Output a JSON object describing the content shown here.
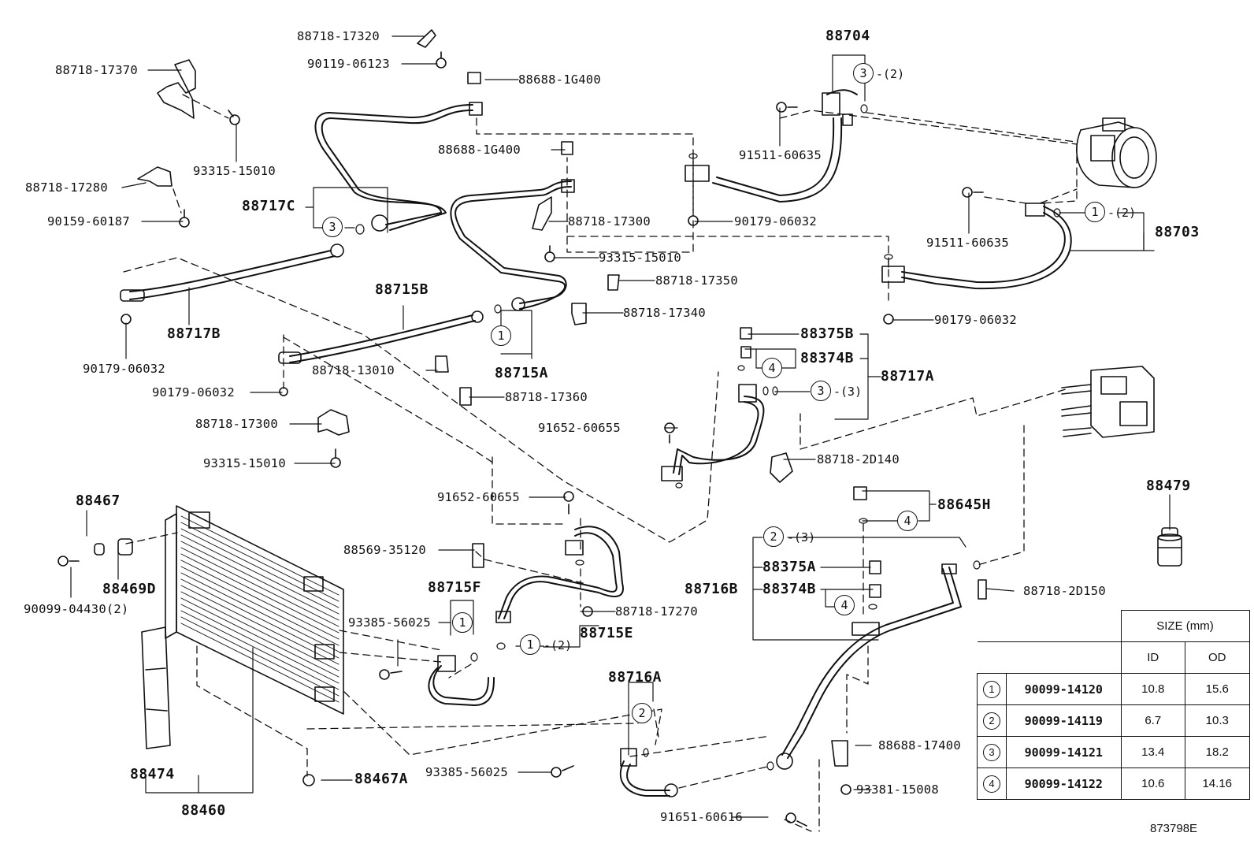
{
  "labels": [
    {
      "key": "p_88718_17320",
      "text": "88718-17320"
    },
    {
      "key": "p_90119_06123",
      "text": "90119-06123"
    },
    {
      "key": "p_88718_17370",
      "text": "88718-17370"
    },
    {
      "key": "p_93315_15010_a",
      "text": "93315-15010"
    },
    {
      "key": "p_88718_17280",
      "text": "88718-17280"
    },
    {
      "key": "p_90159_60187",
      "text": "90159-60187"
    },
    {
      "key": "p_88717C",
      "text": "88717C"
    },
    {
      "key": "p_88717B",
      "text": "88717B"
    },
    {
      "key": "p_90179_06032_a",
      "text": "90179-06032"
    },
    {
      "key": "p_90179_06032_b",
      "text": "90179-06032"
    },
    {
      "key": "p_88688_1G400_a",
      "text": "88688-1G400"
    },
    {
      "key": "p_88688_1G400_b",
      "text": "88688-1G400"
    },
    {
      "key": "p_88718_17300_a",
      "text": "88718-17300"
    },
    {
      "key": "p_93315_15010_b",
      "text": "93315-15010"
    },
    {
      "key": "p_88718_17350",
      "text": "88718-17350"
    },
    {
      "key": "p_88718_17340",
      "text": "88718-17340"
    },
    {
      "key": "p_88715B",
      "text": "88715B"
    },
    {
      "key": "p_88715A",
      "text": "88715A"
    },
    {
      "key": "p_88718_13010",
      "text": "88718-13010"
    },
    {
      "key": "p_88718_17360",
      "text": "88718-17360"
    },
    {
      "key": "p_88718_17300_b",
      "text": "88718-17300"
    },
    {
      "key": "p_93315_15010_c",
      "text": "93315-15010"
    },
    {
      "key": "p_88704",
      "text": "88704"
    },
    {
      "key": "p_91511_60635_a",
      "text": "91511-60635"
    },
    {
      "key": "p_90179_06032_c",
      "text": "90179-06032"
    },
    {
      "key": "p_91511_60635_b",
      "text": "91511-60635"
    },
    {
      "key": "p_88703",
      "text": "88703"
    },
    {
      "key": "p_90179_06032_d",
      "text": "90179-06032"
    },
    {
      "key": "p_88375B",
      "text": "88375B"
    },
    {
      "key": "p_88374B_a",
      "text": "88374B"
    },
    {
      "key": "p_88717A",
      "text": "88717A"
    },
    {
      "key": "p_91652_60655_a",
      "text": "91652-60655"
    },
    {
      "key": "p_88718_2D140",
      "text": "88718-2D140"
    },
    {
      "key": "p_91652_60655_b",
      "text": "91652-60655"
    },
    {
      "key": "p_88569_35120",
      "text": "88569-35120"
    },
    {
      "key": "p_88715F",
      "text": "88715F"
    },
    {
      "key": "p_93385_56025_a",
      "text": "93385-56025"
    },
    {
      "key": "p_88718_17270",
      "text": "88718-17270"
    },
    {
      "key": "p_88715E",
      "text": "88715E"
    },
    {
      "key": "p_88467",
      "text": "88467"
    },
    {
      "key": "p_90099_04430",
      "text": "90099-04430(2)"
    },
    {
      "key": "p_88469D",
      "text": "88469D"
    },
    {
      "key": "p_88474",
      "text": "88474"
    },
    {
      "key": "p_88460",
      "text": "88460"
    },
    {
      "key": "p_88467A",
      "text": "88467A"
    },
    {
      "key": "p_88716A",
      "text": "88716A"
    },
    {
      "key": "p_93385_56025_b",
      "text": "93385-56025"
    },
    {
      "key": "p_91651_60616",
      "text": "91651-60616"
    },
    {
      "key": "p_88645H",
      "text": "88645H"
    },
    {
      "key": "p_88375A",
      "text": "88375A"
    },
    {
      "key": "p_88374B_b",
      "text": "88374B"
    },
    {
      "key": "p_88716B",
      "text": "88716B"
    },
    {
      "key": "p_88718_2D150",
      "text": "88718-2D150"
    },
    {
      "key": "p_88688_17400",
      "text": "88688-17400"
    },
    {
      "key": "p_93381_15008",
      "text": "93381-15008"
    },
    {
      "key": "p_88479",
      "text": "88479"
    }
  ],
  "callouts": [
    {
      "key": "c_88704",
      "num": "3",
      "suffix": "-(2)"
    },
    {
      "key": "c_88703",
      "num": "1",
      "suffix": "-(2)"
    },
    {
      "key": "c_88717C",
      "num": "3",
      "suffix": ""
    },
    {
      "key": "c_88715A",
      "num": "1",
      "suffix": ""
    },
    {
      "key": "c_88374B_a",
      "num": "4",
      "suffix": ""
    },
    {
      "key": "c_88717A",
      "num": "3",
      "suffix": "-(3)"
    },
    {
      "key": "c_88645H",
      "num": "4",
      "suffix": ""
    },
    {
      "key": "c_88716B",
      "num": "2",
      "suffix": "-(3)"
    },
    {
      "key": "c_88374B_b",
      "num": "4",
      "suffix": ""
    },
    {
      "key": "c_88715F",
      "num": "1",
      "suffix": ""
    },
    {
      "key": "c_88715E",
      "num": "1",
      "suffix": "-(2)"
    },
    {
      "key": "c_88716A",
      "num": "2",
      "suffix": ""
    }
  ],
  "size_table": {
    "header": "SIZE (mm)",
    "columns": [
      "ID",
      "OD"
    ],
    "rows": [
      {
        "num": "1",
        "part": "90099-14120",
        "id": "10.8",
        "od": "15.6"
      },
      {
        "num": "2",
        "part": "90099-14119",
        "id": "6.7",
        "od": "10.3"
      },
      {
        "num": "3",
        "part": "90099-14121",
        "id": "13.4",
        "od": "18.2"
      },
      {
        "num": "4",
        "part": "90099-14122",
        "id": "10.6",
        "od": "14.16"
      }
    ]
  },
  "diagram_code": "873798E"
}
